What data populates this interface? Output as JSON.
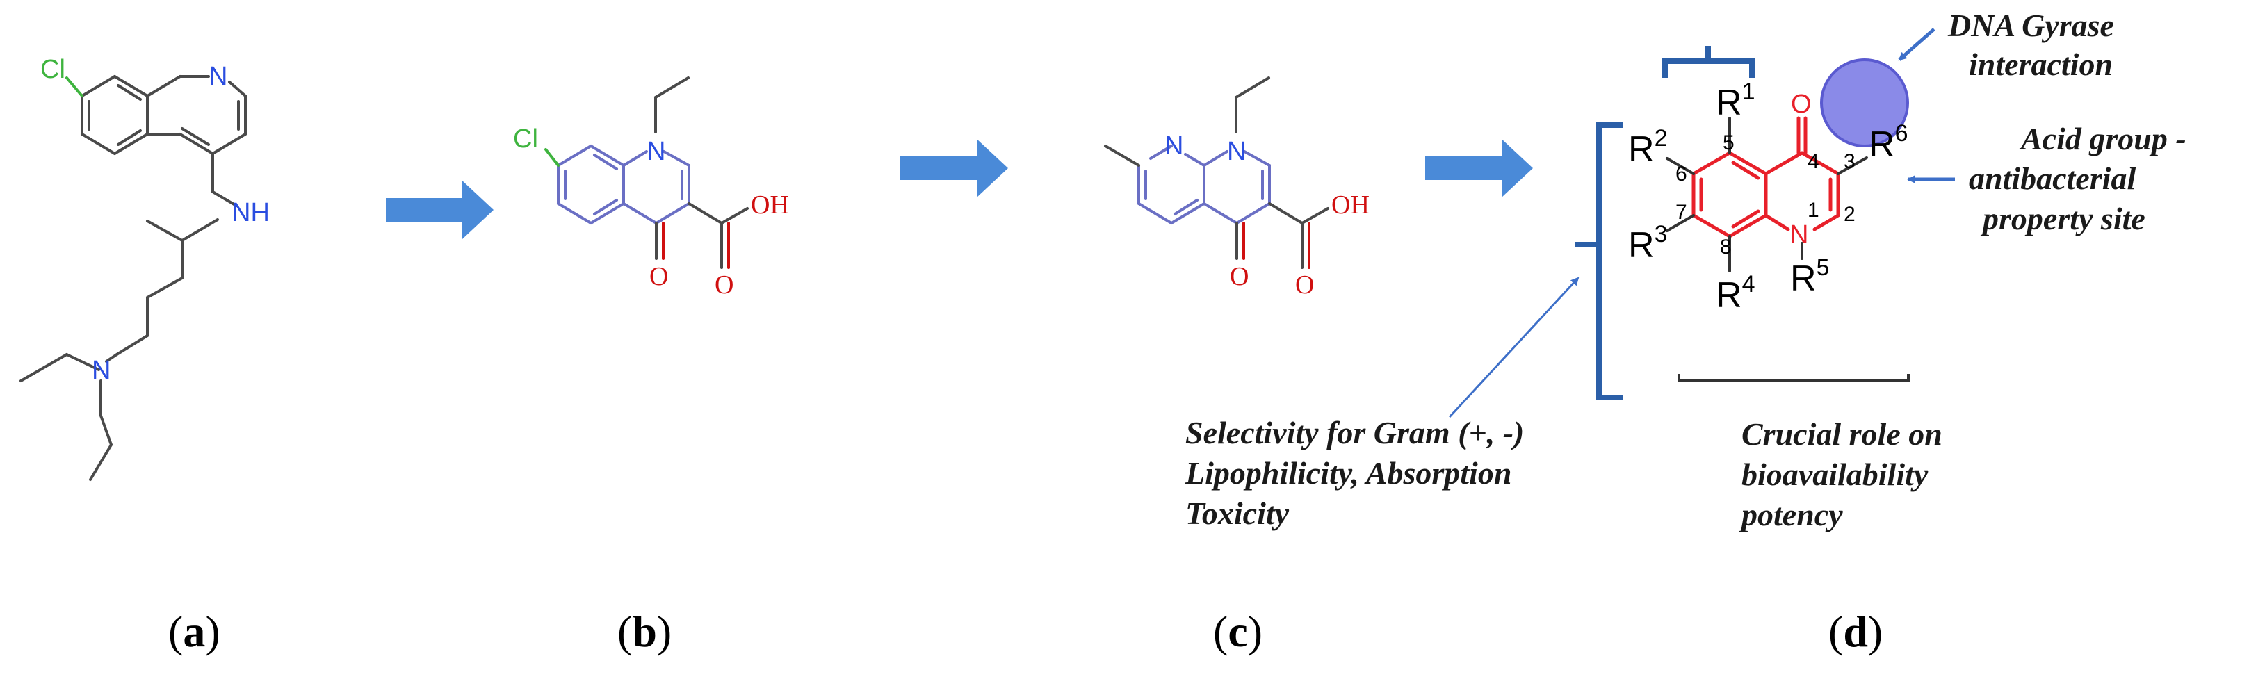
{
  "colors": {
    "bond_black": "#4a4a4a",
    "bond_blue": "#6a6fc4",
    "core_red": "#e8202a",
    "chlorine_green": "#3fb43f",
    "nitrogen_blue": "#2a4de0",
    "oxygen_red": "#d01010",
    "arrow_blue": "#4a8ad8",
    "gyrase_circle": "#8a8ae8"
  },
  "panel_labels": {
    "a": [
      "(",
      "a",
      ")"
    ],
    "b": [
      "(",
      "b",
      ")"
    ],
    "c": [
      "(",
      "c",
      ")"
    ],
    "d": [
      "(",
      "d",
      ")"
    ]
  },
  "atoms": {
    "cl": "Cl",
    "n": "N",
    "nh": "NH",
    "oh": "OH",
    "o": "O"
  },
  "substituents": {
    "r1": [
      "R",
      "1"
    ],
    "r2": [
      "R",
      "2"
    ],
    "r3": [
      "R",
      "3"
    ],
    "r4": [
      "R",
      "4"
    ],
    "r5": [
      "R",
      "5"
    ],
    "r6": [
      "R",
      "6"
    ]
  },
  "positions": [
    "1",
    "2",
    "3",
    "4",
    "5",
    "6",
    "7",
    "8"
  ],
  "annotations": {
    "gyrase": [
      "DNA Gyrase",
      "interaction"
    ],
    "acid": [
      "Acid group -",
      "antibacterial",
      "property site"
    ],
    "selectivity": [
      "Selectivity for Gram (+, -)",
      "Lipophilicity, Absorption",
      "Toxicity"
    ],
    "crucial": [
      "Crucial role on",
      "bioavailability",
      "potency"
    ]
  }
}
